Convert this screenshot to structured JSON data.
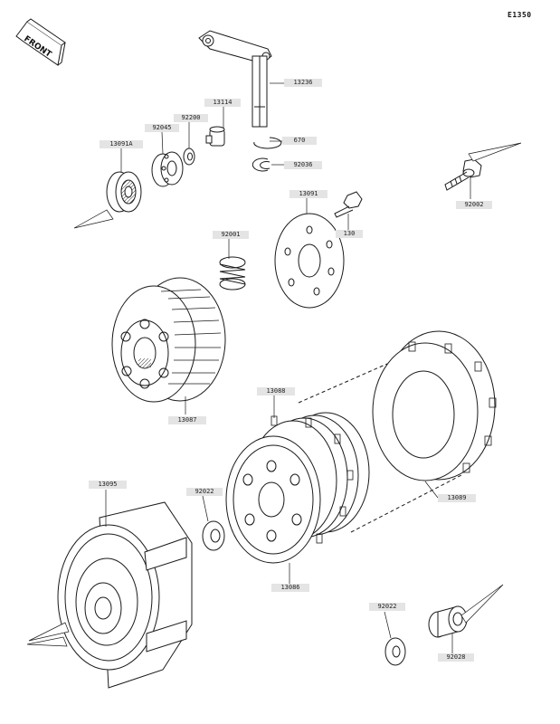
{
  "diagram": {
    "code": "E1350",
    "front_indicator": "FRONT"
  },
  "parts": [
    {
      "id": "p13236",
      "label": "13236"
    },
    {
      "id": "p13114",
      "label": "13114"
    },
    {
      "id": "p92200",
      "label": "92200"
    },
    {
      "id": "p92045",
      "label": "92045"
    },
    {
      "id": "p13091A",
      "label": "13091A"
    },
    {
      "id": "p670",
      "label": "670"
    },
    {
      "id": "p92036",
      "label": "92036"
    },
    {
      "id": "p92002",
      "label": "92002"
    },
    {
      "id": "p13091",
      "label": "13091"
    },
    {
      "id": "p130",
      "label": "130"
    },
    {
      "id": "p92001",
      "label": "92001"
    },
    {
      "id": "p13087",
      "label": "13087"
    },
    {
      "id": "p13088",
      "label": "13088"
    },
    {
      "id": "p13089",
      "label": "13089"
    },
    {
      "id": "p13095",
      "label": "13095"
    },
    {
      "id": "p92022a",
      "label": "92022"
    },
    {
      "id": "p13086",
      "label": "13086"
    },
    {
      "id": "p92022b",
      "label": "92022"
    },
    {
      "id": "p92028",
      "label": "92028"
    }
  ],
  "colors": {
    "line": "#1a1a1a",
    "label_bg": "#e4e4e4"
  }
}
